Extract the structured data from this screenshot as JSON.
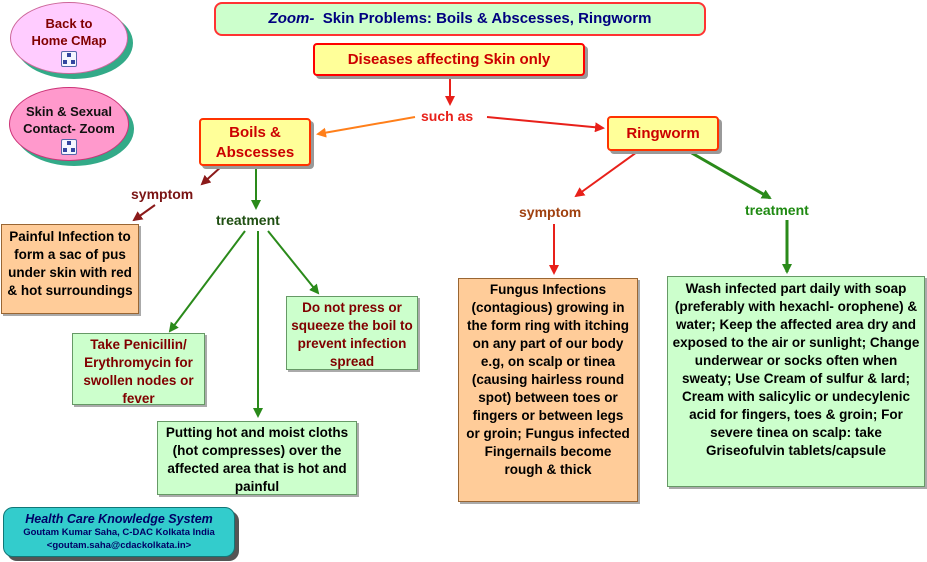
{
  "title": {
    "zoom": "Zoom-",
    "rest": "Skin Problems: Boils & Abscesses, Ringworm"
  },
  "nav": {
    "back_home": "Back to Home CMap",
    "skin_sexual": "Skin & Sexual Contact- Zoom",
    "cmap_icon": "cmap-icon"
  },
  "nodes": {
    "diseases": "Diseases affecting Skin only",
    "boils": "Boils & Abscesses",
    "ringworm": "Ringworm",
    "boils_symptom_text": "Painful Infection to form a sac of pus under skin with red & hot surroundings",
    "penicillin": "Take Penicillin/ Erythromycin for swollen nodes or fever",
    "do_not_press": "Do not press or squeeze the boil to prevent infection spread",
    "hot_moist": "Putting hot and moist cloths (hot compresses) over the affected area that is hot and painful",
    "fungus": "Fungus Infections (contagious) growing in the form ring with itching on any part of our body e.g, on scalp or tinea (causing hairless round spot) between toes or fingers or between legs or groin; Fungus infected Fingernails become rough & thick",
    "wash": "Wash infected part daily with soap (preferably with hexachl- orophene) & water; Keep the affected area dry and exposed to the air or sunlight; Change underwear or socks often when sweaty; Use Cream of sulfur & lard; Cream with salicylic or undecylenic acid for fingers, toes & groin; For severe tinea on scalp: take Griseofulvin tablets/capsule"
  },
  "links": {
    "such_as": "such as",
    "symptom_left": "symptom",
    "treatment_left": "treatment",
    "symptom_right": "symptom",
    "treatment_right": "treatment"
  },
  "footer": {
    "system": "Health Care Knowledge System",
    "author": "Goutam Kumar Saha, C-DAC Kolkata India",
    "email": "<goutam.saha@cdackolkata.in>"
  },
  "colors": {
    "node_yellow": "#ffff99",
    "node_orange": "#ffcc99",
    "node_green": "#ccffcc",
    "node_border_red": "#ff0000",
    "nav_pink": "#ff99cc",
    "nav_light_pink": "#ffccff",
    "footer_teal": "#33cccc",
    "arrow_red": "#e8201a",
    "arrow_orange": "#ff7f1a",
    "arrow_darkred": "#8b1a1a",
    "arrow_green": "#2a8a1a",
    "label_green": "#1f6b12"
  }
}
